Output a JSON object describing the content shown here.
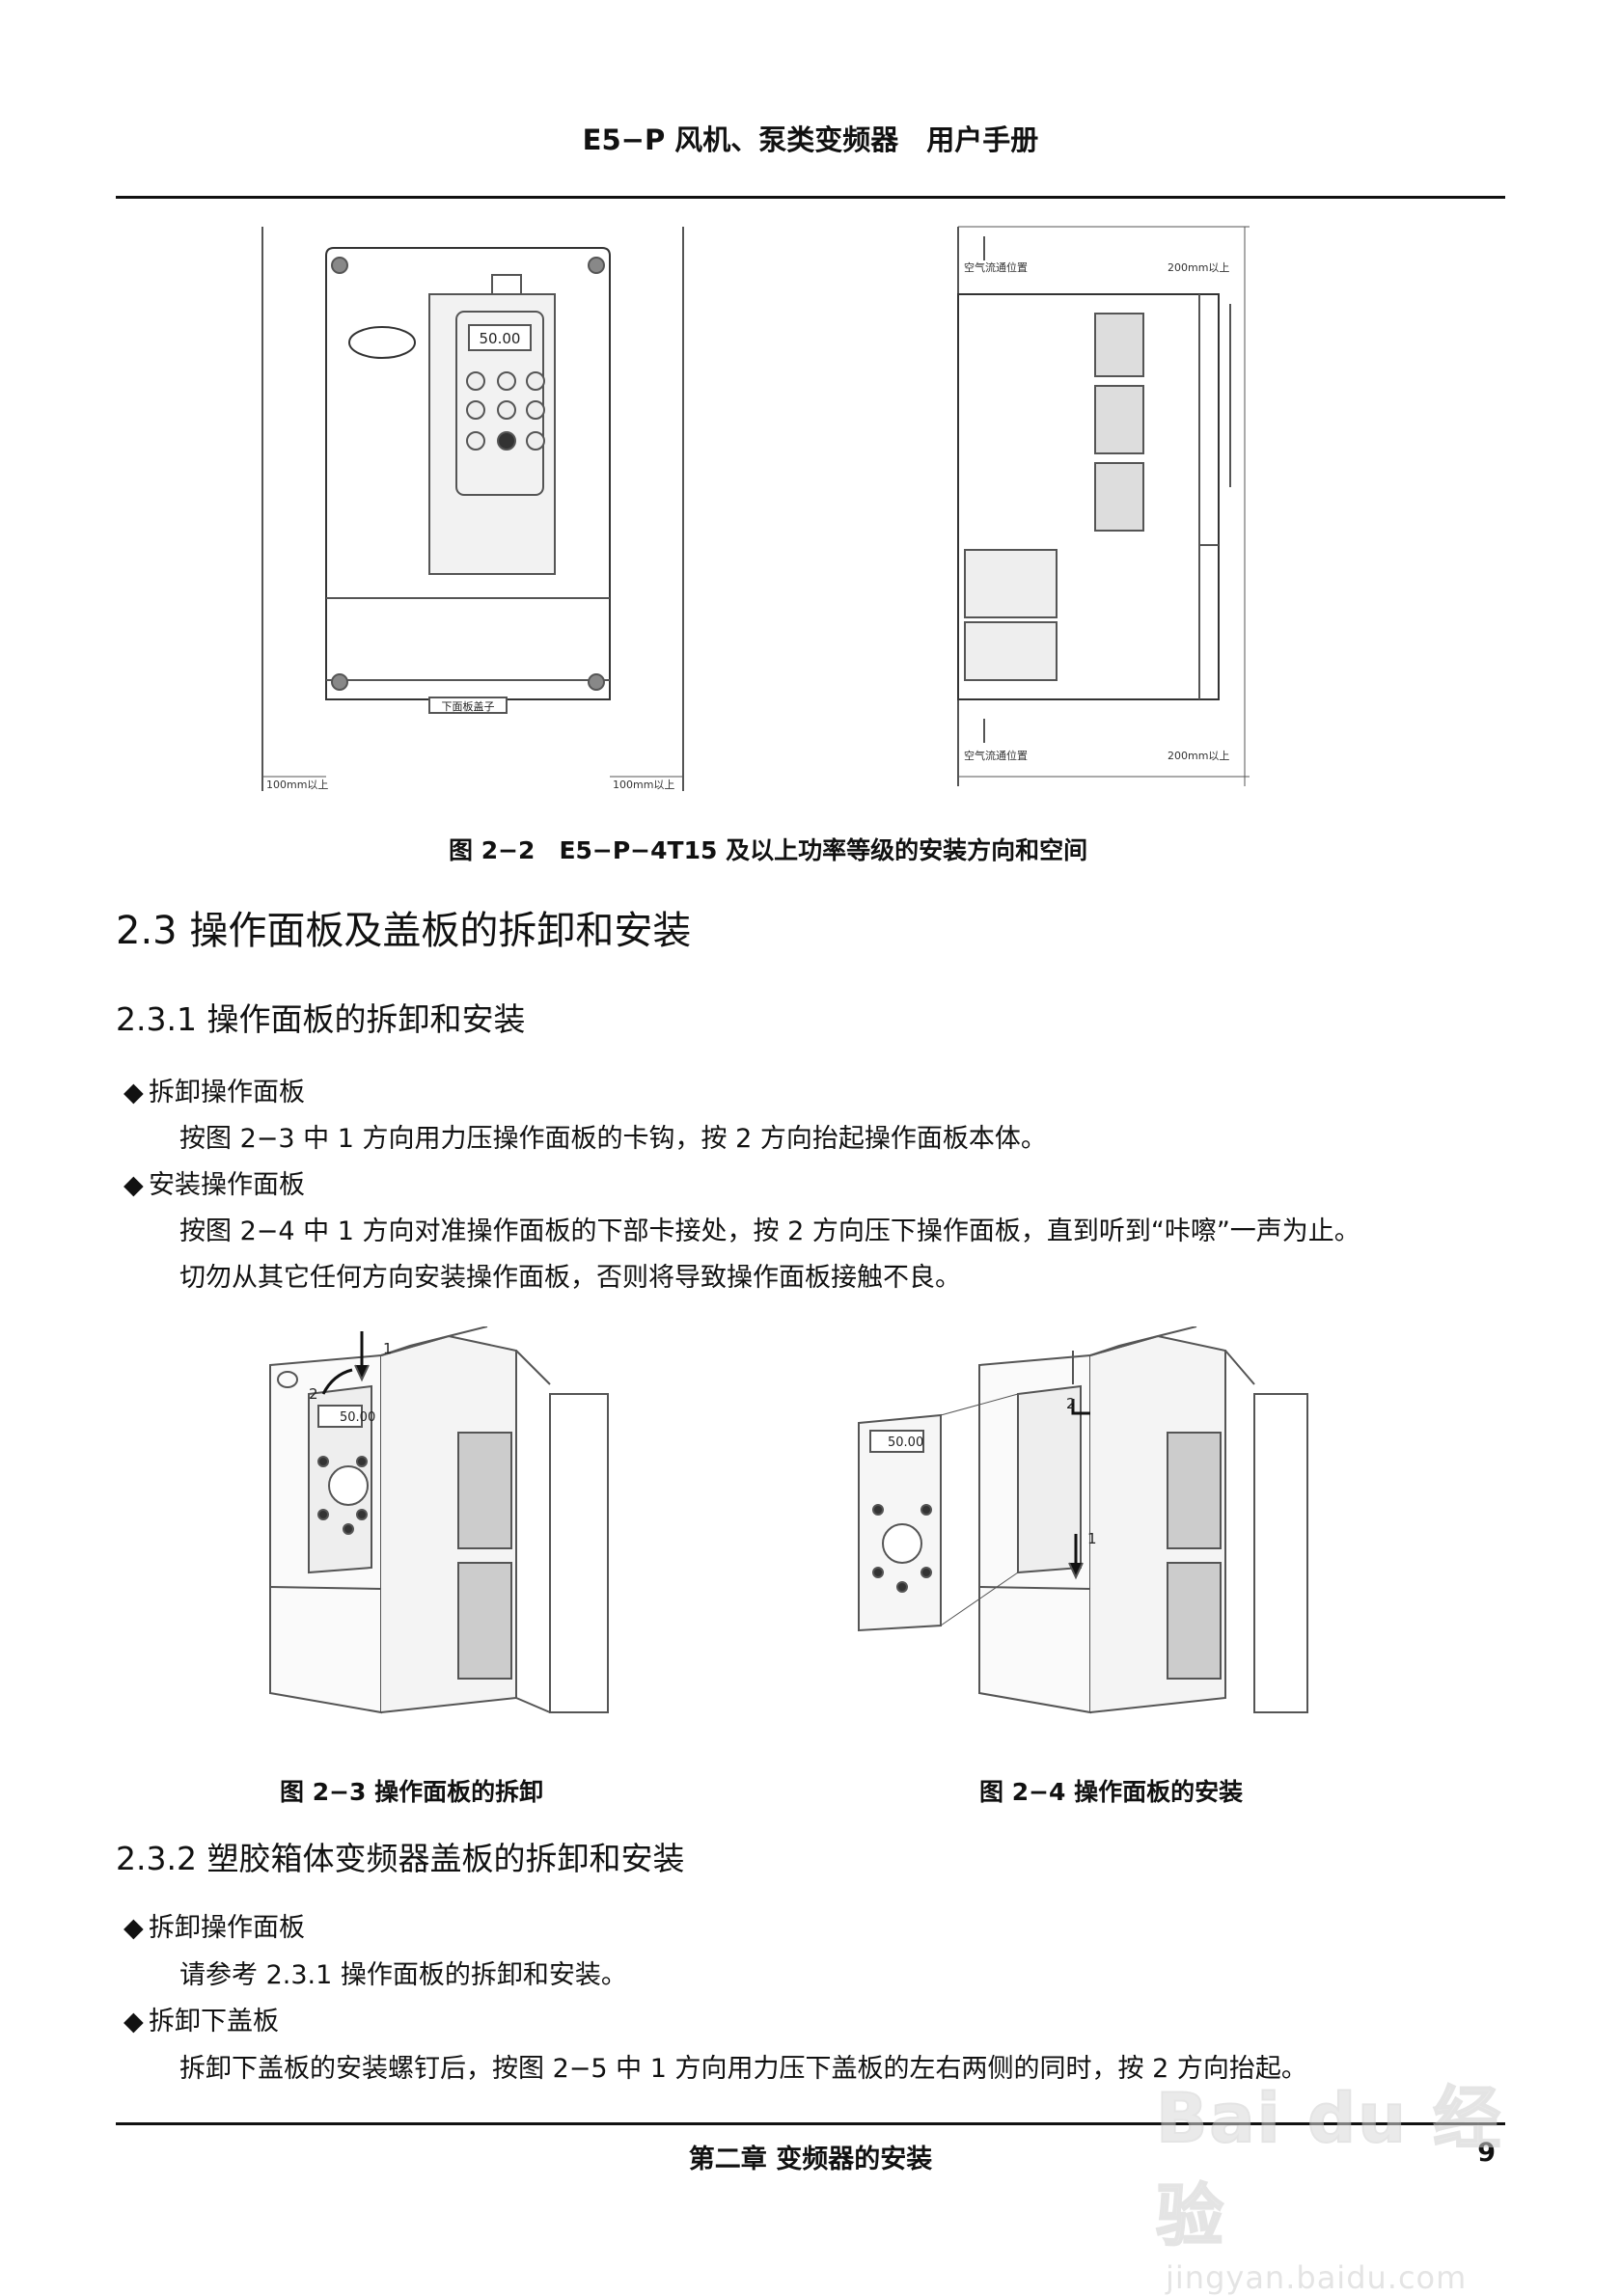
{
  "header": {
    "title": "E5−P 风机、泵类变频器　用户手册"
  },
  "figure_2_2": {
    "caption": "图 2−2　E5−P−4T15 及以上功率等级的安装方向和空间",
    "front_display": "50.00",
    "front_bottom_label": "下面板盖子",
    "left_clearance": "100mm以上",
    "right_clearance": "100mm以上",
    "side_top_arrow_label": "空气流通位置",
    "side_top_clearance": "200mm以上",
    "side_bottom_arrow_label": "空气流通位置",
    "side_bottom_clearance": "200mm以上"
  },
  "section_2_3": {
    "heading": "2.3 操作面板及盖板的拆卸和安装"
  },
  "section_2_3_1": {
    "heading": "2.3.1 操作面板的拆卸和安装",
    "bullet1": "拆卸操作面板",
    "para1": "按图 2−3 中 1 方向用力压操作面板的卡钩，按 2 方向抬起操作面板本体。",
    "bullet2": "安装操作面板",
    "para2": "按图 2−4 中 1 方向对准操作面板的下部卡接处，按 2 方向压下操作面板，直到听到“咔嚓”一声为止。",
    "para3": "切勿从其它任何方向安装操作面板，否则将导致操作面板接触不良。"
  },
  "figure_2_3": {
    "caption": "图 2−3  操作面板的拆卸",
    "display": "50.00",
    "label1": "1",
    "label2": "2"
  },
  "figure_2_4": {
    "caption": "图 2−4  操作面板的安装",
    "display": "50.00",
    "label1": "1",
    "label2": "2"
  },
  "section_2_3_2": {
    "heading": "2.3.2 塑胶箱体变频器盖板的拆卸和安装",
    "bullet1": "拆卸操作面板",
    "para1": "请参考 2.3.1 操作面板的拆卸和安装。",
    "bullet2": "拆卸下盖板",
    "para2": "拆卸下盖板的安装螺钉后，按图 2−5 中 1 方向用力压下盖板的左右两侧的同时，按 2 方向抬起。"
  },
  "bullet_symbol": "◆",
  "footer": {
    "text": "第二章  变频器的安装",
    "page": "9"
  },
  "watermark": {
    "main": "Bai du 经验",
    "sub": "jingyan.baidu.com"
  }
}
